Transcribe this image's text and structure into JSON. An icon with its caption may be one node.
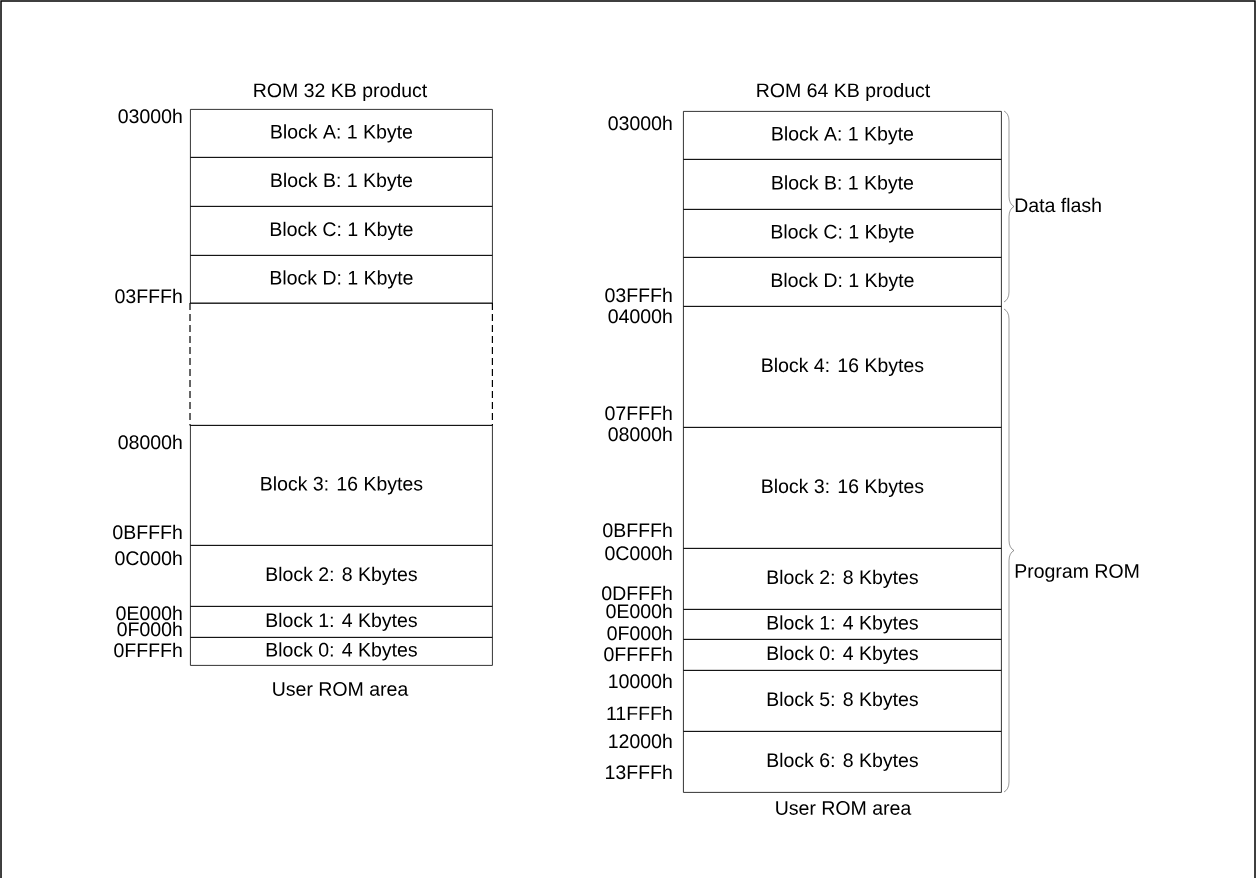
{
  "diagram": {
    "nodes": [
      {
        "text": [
          "Block A: 1 Kbyte"
        ]
      },
      {
        "text": [
          "Block B: 1 Kbyte"
        ]
      },
      {
        "text": [
          "Block C: 1 Kbyte"
        ]
      },
      {
        "text": [
          "Block D: 1 Kbyte"
        ]
      },
      {
        "text": [],
        "shape": "box"
      },
      {
        "text": [
          "Block 3: 16 Kbytes"
        ]
      },
      {
        "text": [
          "Block 2: 8 Kbytes"
        ]
      },
      {
        "text": [
          "Block 1: 4 Kbytes"
        ]
      },
      {
        "text": [
          "Block 0: 4 Kbytes"
        ]
      },
      {
        "text": [
          "Block A: 1 Kbyte"
        ]
      },
      {
        "text": [
          "Block B: 1 Kbyte"
        ]
      },
      {
        "text": [
          "Block C: 1 Kbyte"
        ]
      },
      {
        "text": [
          "Block D: 1 Kbyte"
        ]
      },
      {
        "text": [
          "Block 4: 16 Kbytes"
        ]
      },
      {
        "text": [
          "Block 3: 16 Kbytes"
        ]
      },
      {
        "text": [
          "Block 2: 8 Kbytes"
        ]
      },
      {
        "text": [
          "Block 1: 4 Kbytes"
        ]
      },
      {
        "text": [
          "Block 0: 4 Kbytes"
        ]
      },
      {
        "text": [
          "Block 5: 8 Kbytes"
        ]
      },
      {
        "text": [
          "Block 6: 8 Kbytes"
        ]
      }
    ],
    "labels": [
      "ROM 32 KB product",
      "03000h",
      "03FFFh",
      "08000h",
      "0BFFFh",
      "0C000h",
      "0E000h",
      "0F000h",
      "0FFFFh",
      "User ROM area",
      "ROM 64 KB product",
      "03000h",
      "03FFFh",
      "04000h",
      "07FFFh",
      "08000h",
      "0BFFFh",
      "0C000h",
      "0DFFFh",
      "0E000h",
      "0F000h",
      "0FFFFh",
      "10000h",
      "11FFFh",
      "12000h",
      "13FFFh",
      "User ROM area",
      "Data flash",
      "Program ROM"
    ]
  }
}
